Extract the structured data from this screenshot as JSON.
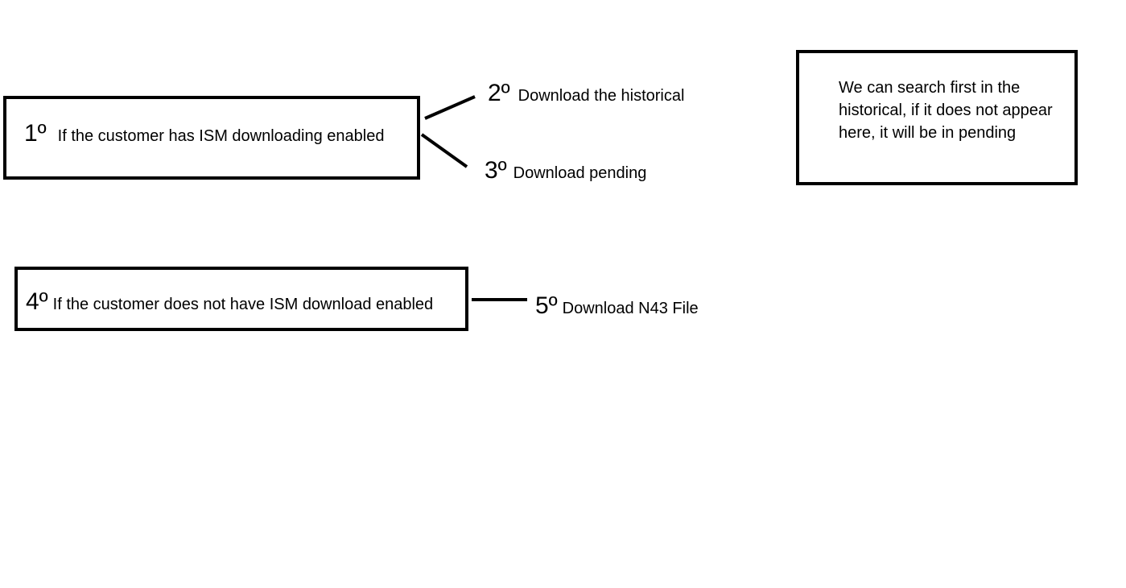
{
  "steps": [
    {
      "number": "1º",
      "label": "If the customer has ISM downloading enabled"
    },
    {
      "number": "2º",
      "label": "Download the historical"
    },
    {
      "number": "3º",
      "label": "Download pending"
    },
    {
      "number": "4º",
      "label": "If the customer does not have ISM download enabled"
    },
    {
      "number": "5º",
      "label": "Download N43 File"
    }
  ],
  "note": {
    "text": "We can search first in the historical, if it does not appear here, it will be in pending"
  },
  "colors": {
    "line": "#000000",
    "background": "#ffffff"
  }
}
